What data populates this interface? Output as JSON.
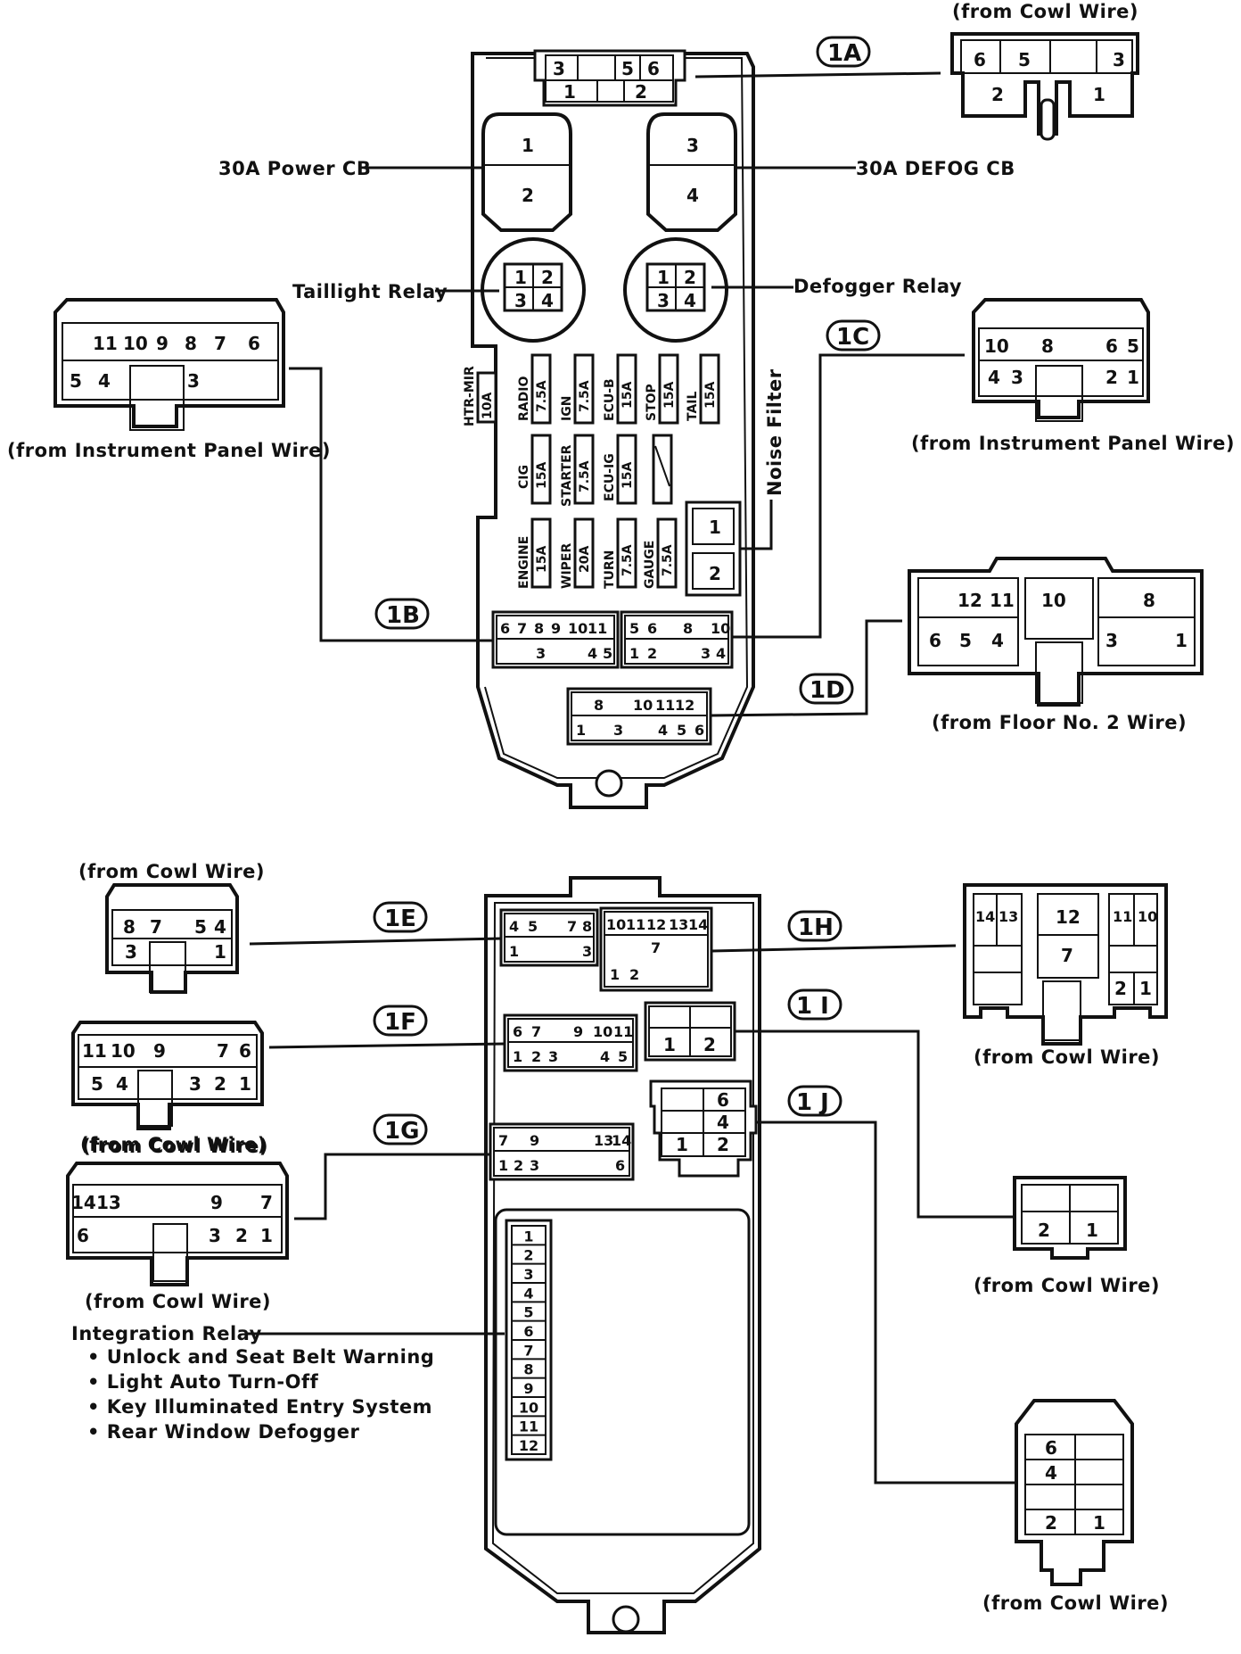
{
  "connectors": {
    "1A": {
      "tag": "1A",
      "caption": "(from Cowl Wire)",
      "block_top": [
        "3",
        "5",
        "6"
      ],
      "block_bottom": [
        "1",
        "2"
      ],
      "mate_top": [
        "6",
        "5",
        "3"
      ],
      "mate_bottom": [
        "2",
        "1"
      ]
    },
    "1B": {
      "tag": "1B",
      "caption": "(from Instrument Panel Wire)",
      "block_top": [
        "6",
        "7",
        "8",
        "9",
        "10",
        "11"
      ],
      "block_bottom": [
        "3",
        "4",
        "5"
      ],
      "mate_top": [
        "11",
        "10",
        "9",
        "8",
        "7",
        "6"
      ],
      "mate_bottom": [
        "5",
        "4",
        "3"
      ]
    },
    "1C": {
      "tag": "1C",
      "caption": "(from Instrument Panel Wire)",
      "block_top": [
        "5",
        "6",
        "8",
        "10"
      ],
      "block_bottom": [
        "1",
        "2",
        "3",
        "4"
      ],
      "mate_top": [
        "10",
        "8",
        "6",
        "5"
      ],
      "mate_bottom": [
        "4",
        "3",
        "2",
        "1"
      ]
    },
    "1D": {
      "tag": "1D",
      "caption": "(from Floor No. 2 Wire)",
      "block_top": [
        "8",
        "10",
        "11",
        "12"
      ],
      "block_bottom": [
        "1",
        "3",
        "4",
        "5",
        "6"
      ],
      "mate_top": [
        "12",
        "11",
        "10",
        "8"
      ],
      "mate_bottom": [
        "6",
        "5",
        "4",
        "3",
        "1"
      ]
    },
    "1E": {
      "tag": "1E",
      "caption": "(from Cowl Wire)",
      "block_top": [
        "4",
        "5",
        "7",
        "8"
      ],
      "block_bottom": [
        "1",
        "3"
      ],
      "mate_top": [
        "8",
        "7",
        "5",
        "4"
      ],
      "mate_bottom": [
        "3",
        "1"
      ]
    },
    "1F": {
      "tag": "1F",
      "caption": "(from Cowl Wire)",
      "block_top": [
        "6",
        "7",
        "9",
        "10",
        "11"
      ],
      "block_bottom": [
        "1",
        "2",
        "3",
        "4",
        "5"
      ],
      "mate_top": [
        "11",
        "10",
        "9",
        "7",
        "6"
      ],
      "mate_bottom": [
        "5",
        "4",
        "3",
        "2",
        "1"
      ]
    },
    "1G": {
      "tag": "1G",
      "caption": "(from Cowl Wire)",
      "block_top": [
        "7",
        "9",
        "13",
        "14"
      ],
      "block_bottom": [
        "1",
        "2",
        "3",
        "6"
      ],
      "mate_top": [
        "14",
        "13",
        "9",
        "7"
      ],
      "mate_bottom": [
        "6",
        "3",
        "2",
        "1"
      ]
    },
    "1H": {
      "tag": "1H",
      "caption": "(from Cowl Wire)",
      "block_top": [
        "10",
        "11",
        "12",
        "13",
        "14"
      ],
      "block_mid": "7",
      "block_bottom": [
        "1",
        "2"
      ],
      "mate_top": [
        "14",
        "13",
        "12",
        "11",
        "10"
      ],
      "mate_mid": "7",
      "mate_bottom": [
        "2",
        "1"
      ]
    },
    "1I": {
      "tag": "1 I",
      "caption": "(from Cowl Wire)",
      "block_bottom": [
        "1",
        "2"
      ],
      "mate_bottom": [
        "2",
        "1"
      ]
    },
    "1J": {
      "tag": "1 J",
      "caption": "(from Cowl Wire)",
      "block_pins": [
        "6",
        "4",
        "1",
        "2"
      ],
      "mate_pins": [
        "6",
        "4",
        "2",
        "1"
      ]
    }
  },
  "breakers": {
    "power": {
      "label": "30A Power CB",
      "pins": [
        "1",
        "2"
      ]
    },
    "defog": {
      "label": "30A DEFOG CB",
      "pins": [
        "3",
        "4"
      ]
    }
  },
  "relays": {
    "taillight": {
      "label": "Taillight Relay",
      "pins": [
        "1",
        "2",
        "3",
        "4"
      ]
    },
    "defogger": {
      "label": "Defogger Relay",
      "pins": [
        "1",
        "2",
        "3",
        "4"
      ]
    }
  },
  "fuses": [
    {
      "name": "HTR-MIR",
      "rating": "10A"
    },
    {
      "name": "RADIO",
      "rating": "7.5A"
    },
    {
      "name": "IGN",
      "rating": "7.5A"
    },
    {
      "name": "ECU-B",
      "rating": "15A"
    },
    {
      "name": "STOP",
      "rating": "15A"
    },
    {
      "name": "TAIL",
      "rating": "15A"
    },
    {
      "name": "CIG",
      "rating": "15A"
    },
    {
      "name": "STARTER",
      "rating": "7.5A"
    },
    {
      "name": "ECU-IG",
      "rating": "15A"
    },
    {
      "name": "ENGINE",
      "rating": "15A"
    },
    {
      "name": "WIPER",
      "rating": "20A"
    },
    {
      "name": "TURN",
      "rating": "7.5A"
    },
    {
      "name": "GAUGE",
      "rating": "7.5A"
    }
  ],
  "noise_filter": {
    "label": "Noise Filter",
    "pins": [
      "1",
      "2"
    ]
  },
  "integration_relay": {
    "label": "Integration Relay",
    "features": [
      "• Unlock and Seat Belt Warning",
      "• Light Auto Turn-Off",
      "• Key Illuminated Entry System",
      "• Rear Window Defogger"
    ],
    "pins": [
      "1",
      "2",
      "3",
      "4",
      "5",
      "6",
      "7",
      "8",
      "9",
      "10",
      "11",
      "12"
    ]
  }
}
